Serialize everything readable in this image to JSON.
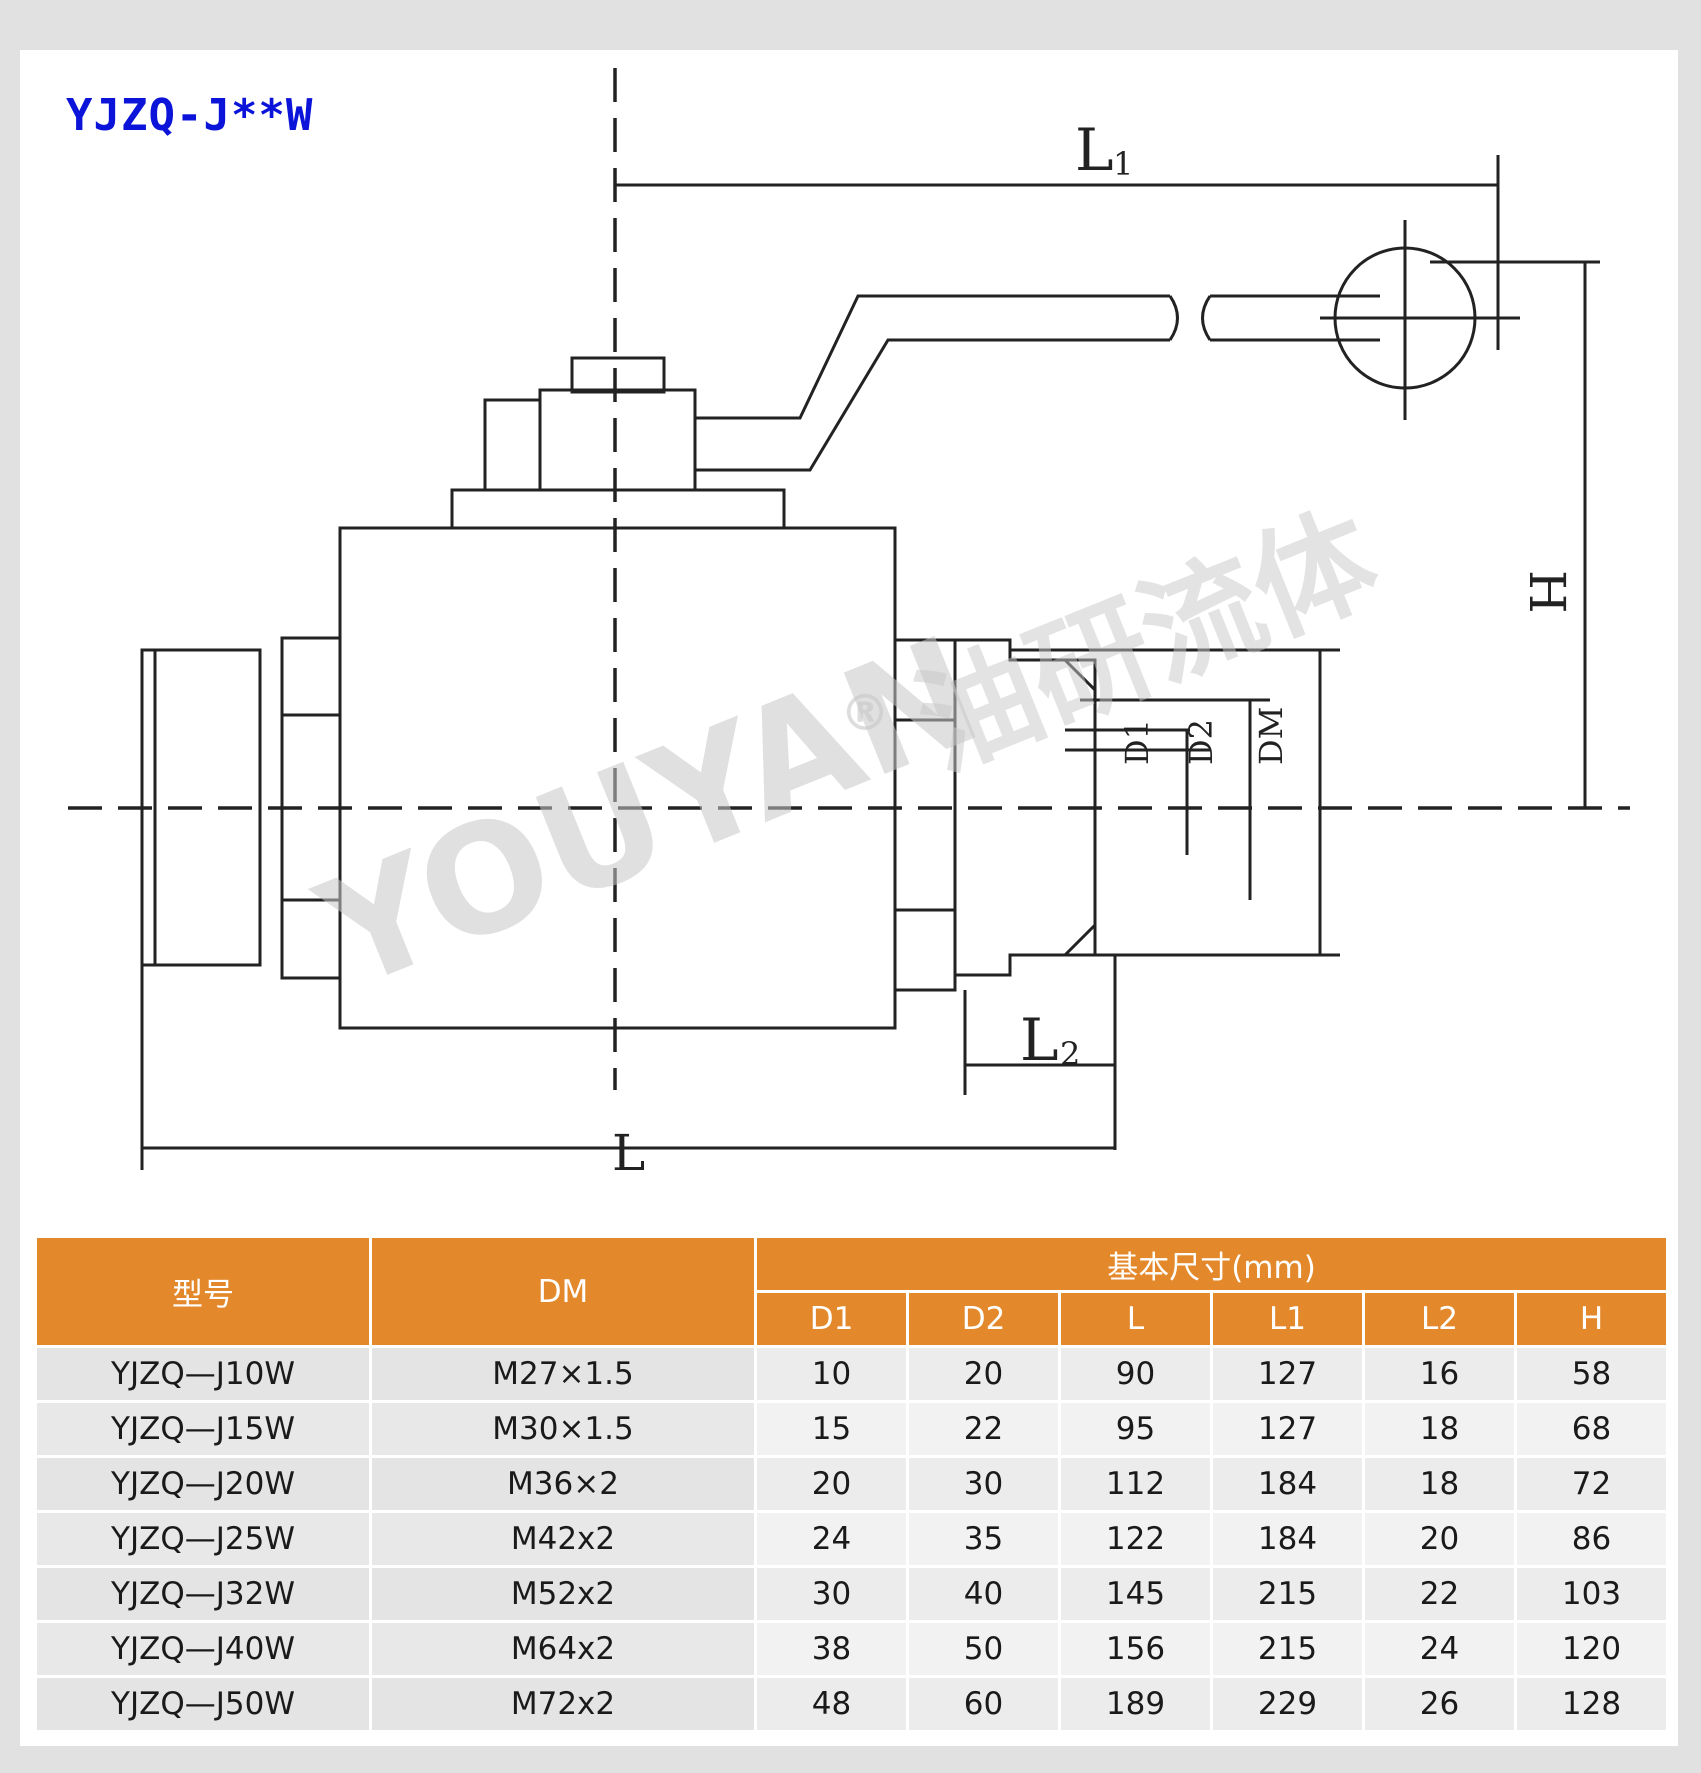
{
  "title": "YJZQ-J**W",
  "watermark": {
    "brand": "YOUYAN",
    "registered": "®",
    "chinese": "油研流体"
  },
  "diagram_labels": {
    "L1": "L",
    "L1_sub": "1",
    "L2": "L",
    "L2_sub": "2",
    "L": "L",
    "H": "H",
    "D1": "D1",
    "D2": "D2",
    "DM": "DM"
  },
  "table": {
    "header": {
      "model": "型号",
      "dm": "DM",
      "group": "基本尺寸(mm)",
      "cols": [
        "D1",
        "D2",
        "L",
        "L1",
        "L2",
        "H"
      ]
    },
    "rows": [
      {
        "model": "YJZQ—J10W",
        "dm": "M27×1.5",
        "d1": "10",
        "d2": "20",
        "l": "90",
        "l1": "127",
        "l2": "16",
        "h": "58"
      },
      {
        "model": "YJZQ—J15W",
        "dm": "M30×1.5",
        "d1": "15",
        "d2": "22",
        "l": "95",
        "l1": "127",
        "l2": "18",
        "h": "68"
      },
      {
        "model": "YJZQ—J20W",
        "dm": "M36×2",
        "d1": "20",
        "d2": "30",
        "l": "112",
        "l1": "184",
        "l2": "18",
        "h": "72"
      },
      {
        "model": "YJZQ—J25W",
        "dm": "M42x2",
        "d1": "24",
        "d2": "35",
        "l": "122",
        "l1": "184",
        "l2": "20",
        "h": "86"
      },
      {
        "model": "YJZQ—J32W",
        "dm": "M52x2",
        "d1": "30",
        "d2": "40",
        "l": "145",
        "l1": "215",
        "l2": "22",
        "h": "103"
      },
      {
        "model": "YJZQ—J40W",
        "dm": "M64x2",
        "d1": "38",
        "d2": "50",
        "l": "156",
        "l1": "215",
        "l2": "24",
        "h": "120"
      },
      {
        "model": "YJZQ—J50W",
        "dm": "M72x2",
        "d1": "48",
        "d2": "60",
        "l": "189",
        "l1": "229",
        "l2": "26",
        "h": "128"
      }
    ]
  }
}
